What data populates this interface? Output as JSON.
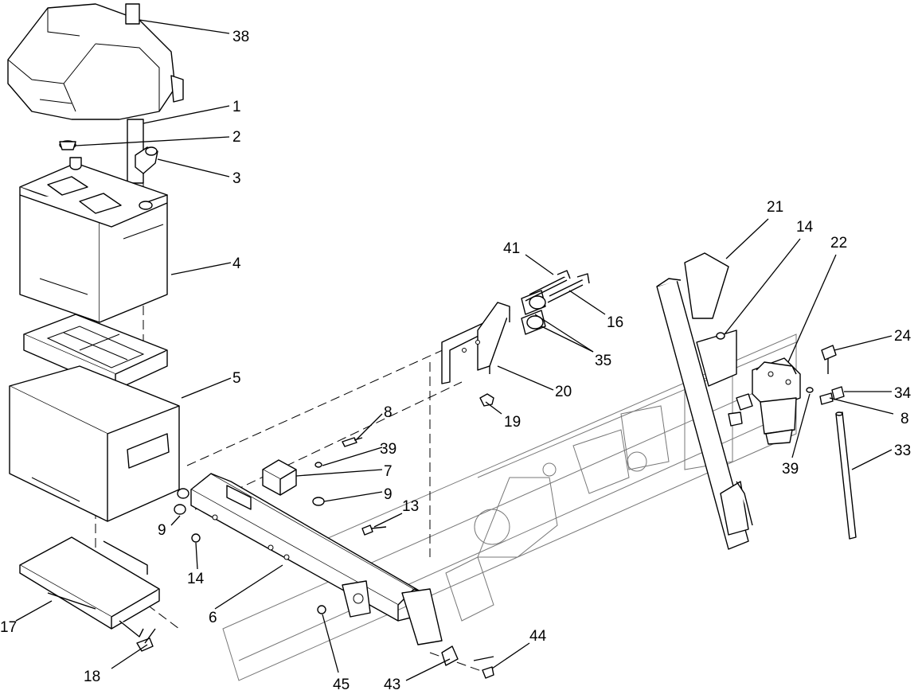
{
  "diagram": {
    "type": "exploded parts diagram",
    "callouts": {
      "c1": "1",
      "c2": "2",
      "c3": "3",
      "c4": "4",
      "c5": "5",
      "c6": "6",
      "c7": "7",
      "c8a": "8",
      "c8b": "8",
      "c9a": "9",
      "c9b": "9",
      "c13": "13",
      "c14a": "14",
      "c14b": "14",
      "c16": "16",
      "c17": "17",
      "c18": "18",
      "c19": "19",
      "c20": "20",
      "c21": "21",
      "c22": "22",
      "c24": "24",
      "c33": "33",
      "c34": "34",
      "c35": "35",
      "c38": "38",
      "c39a": "39",
      "c39b": "39",
      "c41": "41",
      "c43": "43",
      "c44": "44",
      "c45": "45"
    }
  }
}
